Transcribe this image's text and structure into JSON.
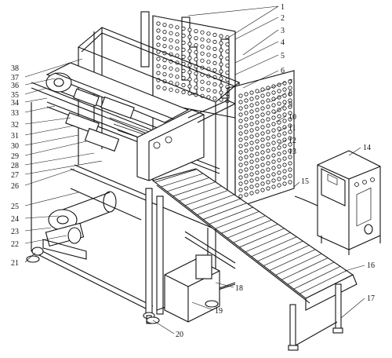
{
  "figure": {
    "labels": [
      "1",
      "2",
      "3",
      "4",
      "5",
      "6",
      "7",
      "8",
      "9",
      "10",
      "11",
      "12",
      "13",
      "14",
      "15",
      "16",
      "17",
      "18",
      "19",
      "20",
      "21",
      "22",
      "23",
      "24",
      "25",
      "26",
      "27",
      "28",
      "29",
      "30",
      "31",
      "32",
      "33",
      "34",
      "35",
      "36",
      "37",
      "38"
    ]
  }
}
